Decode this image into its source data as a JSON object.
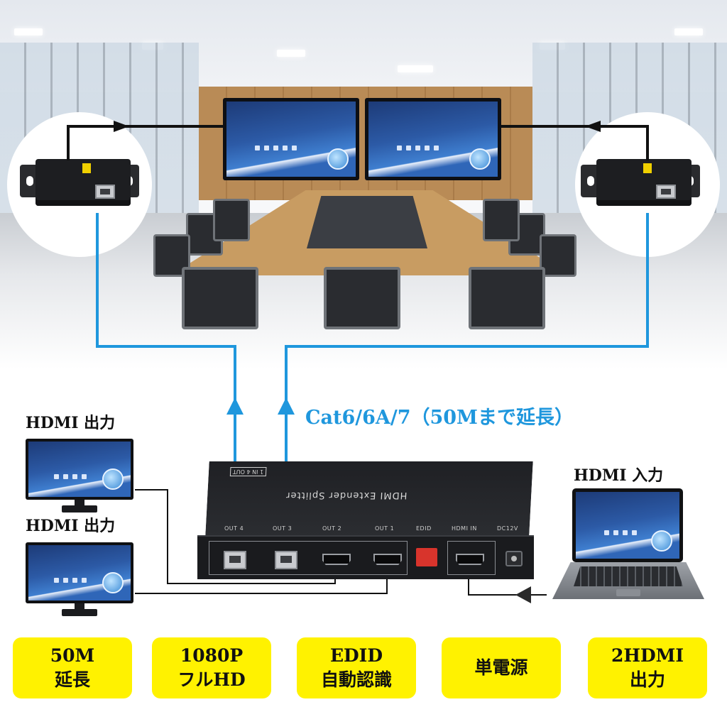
{
  "cable_label": "Cat6/6A/7（50Mまで延長）",
  "hdmi_output_label_1": "HDMI 出力",
  "hdmi_output_label_2": "HDMI 出力",
  "hdmi_input_label": "HDMI 入力",
  "splitter": {
    "title": "HDMI Extender Splitter",
    "tag": "1 IN 4 OUT",
    "port_labels": [
      "OUT 4",
      "OUT 3",
      "OUT 2",
      "OUT 1",
      "EDID",
      "HDMI IN",
      "DC12V"
    ]
  },
  "badges": [
    {
      "line1": "50M",
      "line2": "延長"
    },
    {
      "line1": "1080P",
      "line2": "フルHD"
    },
    {
      "line1": "EDID",
      "line2": "自動認識"
    },
    {
      "line1": "単電源",
      "line2": ""
    },
    {
      "line1": "2HDMI",
      "line2": "出力"
    }
  ],
  "colors": {
    "cable_line": "#1f97dd",
    "hdmi_line": "#111111",
    "badge_bg": "#fff200"
  }
}
